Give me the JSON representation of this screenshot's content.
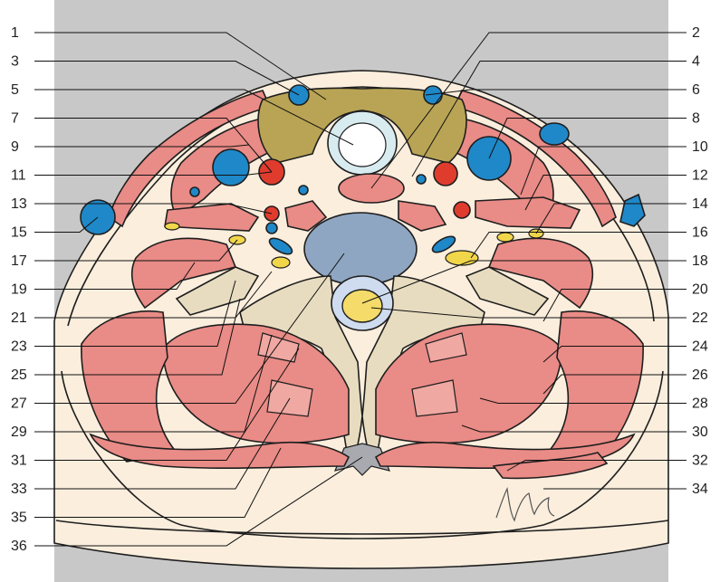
{
  "figure": {
    "background_color": "#c8c8c8",
    "colors": {
      "muscle": "#e98b86",
      "vein": "#1f88c8",
      "artery": "#e03c2e",
      "nerve": "#f2d64a",
      "bone": "#e8dcc0",
      "thyroid": "#b9a455",
      "vertebral_body": "#8fa6c2",
      "subcutaneous": "#fbeedd"
    },
    "signature": "Violet"
  },
  "labels": {
    "left": [
      "1",
      "3",
      "5",
      "7",
      "9",
      "11",
      "13",
      "15",
      "17",
      "19",
      "21",
      "23",
      "25",
      "27",
      "29",
      "31",
      "33",
      "35",
      "36"
    ],
    "right": [
      "2",
      "4",
      "6",
      "8",
      "10",
      "12",
      "14",
      "16",
      "18",
      "20",
      "22",
      "24",
      "26",
      "28",
      "30",
      "32",
      "34"
    ]
  }
}
